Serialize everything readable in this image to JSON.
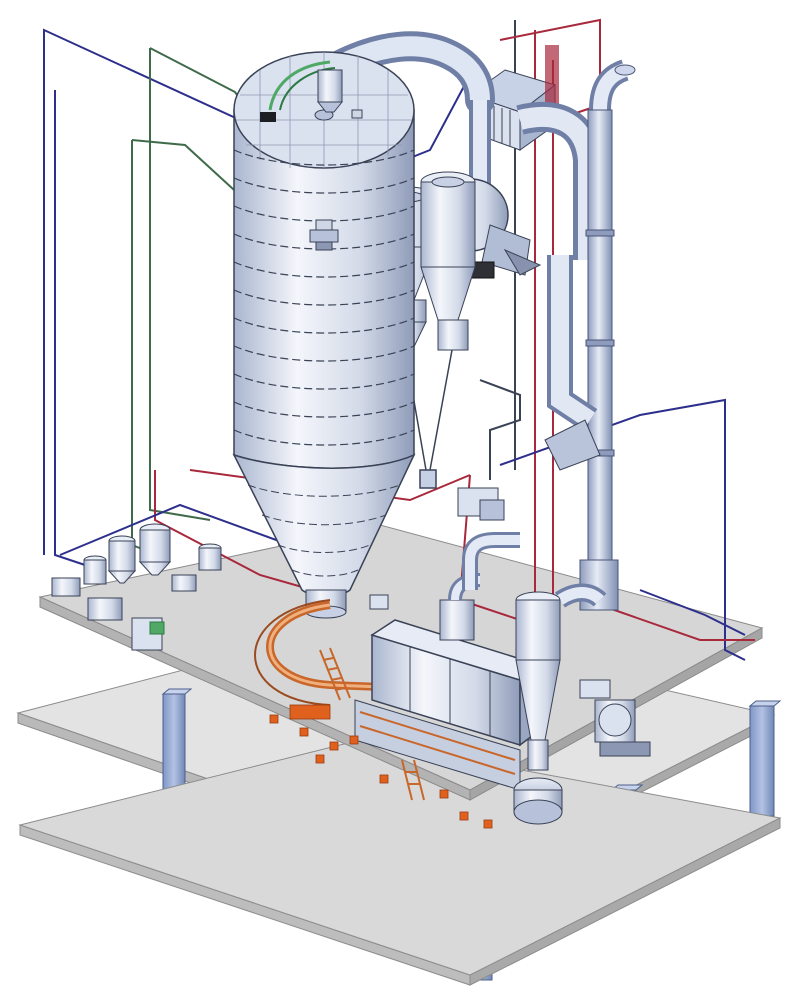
{
  "figure": {
    "background": "#ffffff"
  },
  "palette": {
    "floor_top": "#d6d6d6",
    "floor_edge": "#a9a9a9",
    "column": "#9aaed8",
    "column_dark": "#7088b8",
    "metal_light": "#f2f5fa",
    "metal_mid": "#c6d0e4",
    "metal_dark": "#8d9bb8",
    "outline": "#3a4256",
    "pipe_red": "#a8283c",
    "pipe_blue": "#2d2f8c",
    "pipe_green": "#3f6b4a",
    "pipe_orange": "#c9662a",
    "accent_orange": "#e0601e",
    "accent_green": "#4fa865"
  },
  "components": [
    {
      "name": "spray-drying-tower"
    },
    {
      "name": "tower-cone"
    },
    {
      "name": "cyclone-separator-1"
    },
    {
      "name": "cyclone-separator-2"
    },
    {
      "name": "exhaust-fan"
    },
    {
      "name": "exhaust-stack"
    },
    {
      "name": "main-air-duct"
    },
    {
      "name": "air-heater"
    },
    {
      "name": "fluid-bed-dryer"
    },
    {
      "name": "fines-cyclone"
    },
    {
      "name": "rotary-valve"
    },
    {
      "name": "feed-preparation-tanks"
    },
    {
      "name": "upper-platform"
    },
    {
      "name": "lower-floor"
    },
    {
      "name": "support-columns"
    },
    {
      "name": "process-piping"
    }
  ]
}
